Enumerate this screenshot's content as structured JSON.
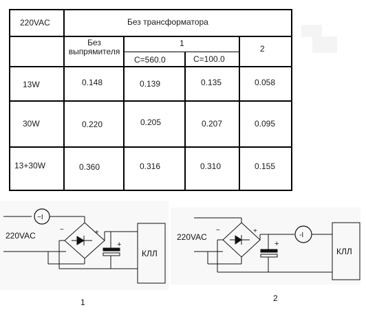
{
  "table": {
    "corner": "220VAC",
    "group_header": "Без трансформатора",
    "variant1": "1",
    "variant2": "2",
    "col_no_rectifier": "Без выпрямителя",
    "col_c560": "C=560.0",
    "col_c100": "C=100.0",
    "rows": [
      {
        "label": "13W",
        "v": [
          "0.148",
          "0.139",
          "0.135",
          "0.058"
        ]
      },
      {
        "label": "30W",
        "v": [
          "0.220",
          "0.205",
          "0.207",
          "0.095"
        ]
      },
      {
        "label": "13+30W",
        "v": [
          "0.360",
          "0.316",
          "0.310",
          "0.155"
        ]
      }
    ]
  },
  "circuit1": {
    "source": "220VAC",
    "meter": "~I",
    "lamp": "КЛЛ",
    "caption": "1",
    "minus": "−",
    "plus": "+"
  },
  "circuit2": {
    "source": "220VAC",
    "meter": "-I",
    "lamp": "КЛЛ",
    "caption": "2",
    "minus": "−",
    "plus": "+"
  }
}
